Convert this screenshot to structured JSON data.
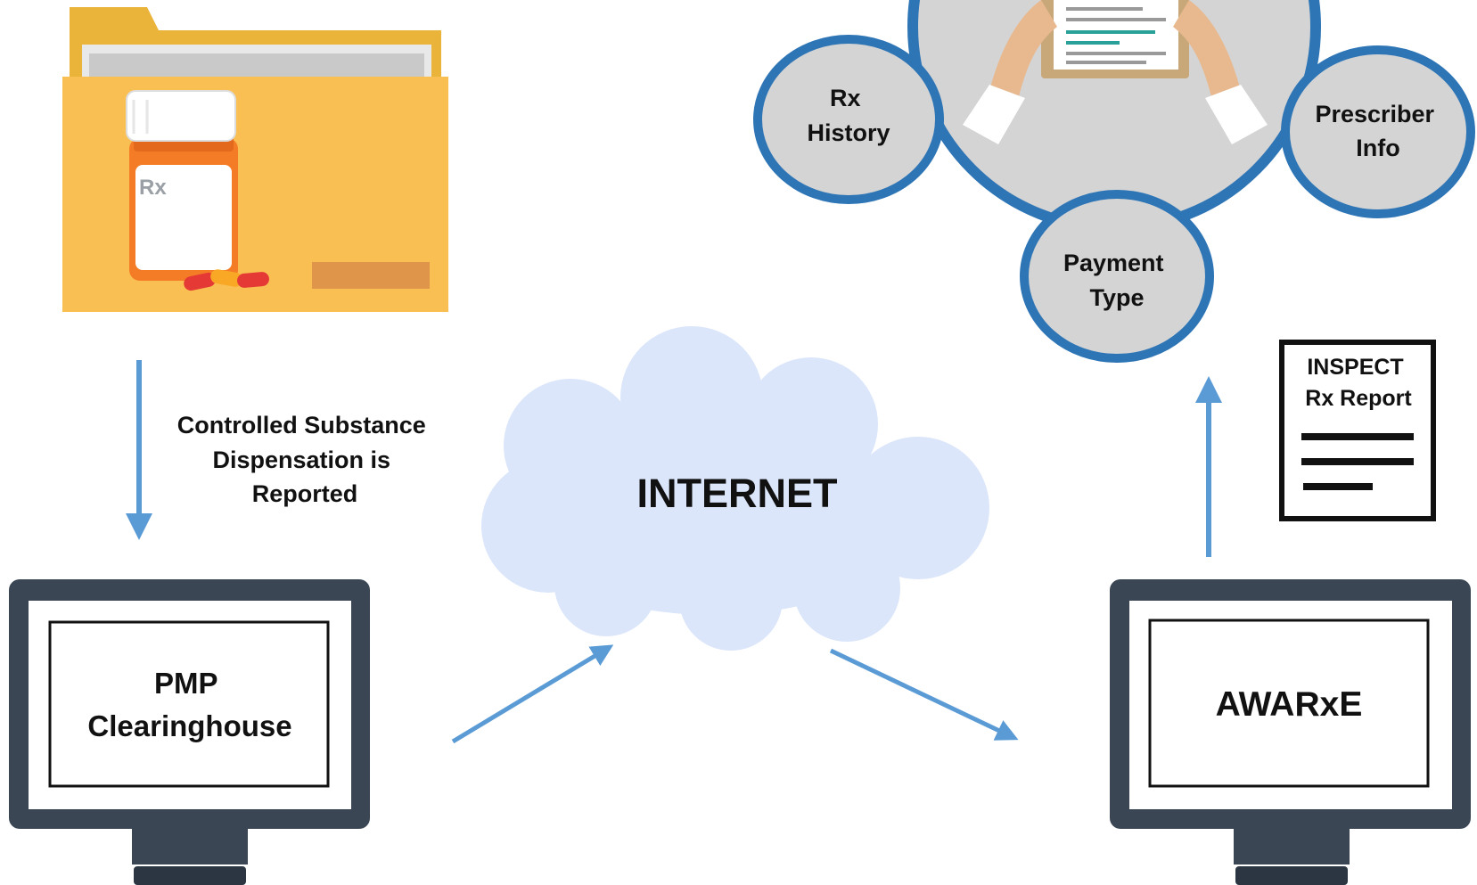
{
  "labels": {
    "reported_line1": "Controlled Substance",
    "reported_line2": "Dispensation is",
    "reported_line3": "Reported",
    "internet": "INTERNET",
    "pmp_line1": "PMP",
    "pmp_line2": "Clearinghouse",
    "awarxe": "AWARxE",
    "report_line1": "INSPECT",
    "report_line2": "Rx Report",
    "rx_history_line1": "Rx",
    "rx_history_line2": "History",
    "prescriber_line1": "Prescriber",
    "prescriber_line2": "Info",
    "payment_line1": "Payment",
    "payment_line2": "Type",
    "rx_symbol": "Rx"
  },
  "colors": {
    "arrow": "#5b9bd5",
    "cloud": "#dbe6fb",
    "monitor_frame": "#3a4654",
    "bubble_border": "#2e75b6",
    "bubble_fill": "#d4d4d4",
    "folder": "#f9bf52",
    "pill_bottle": "#f57c26"
  },
  "icons": {
    "folder": "folder-icon",
    "pill_bottle": "pill-bottle-icon",
    "monitor": "monitor-icon",
    "cloud": "cloud-icon",
    "document": "document-icon",
    "clipboard": "clipboard-icon"
  }
}
